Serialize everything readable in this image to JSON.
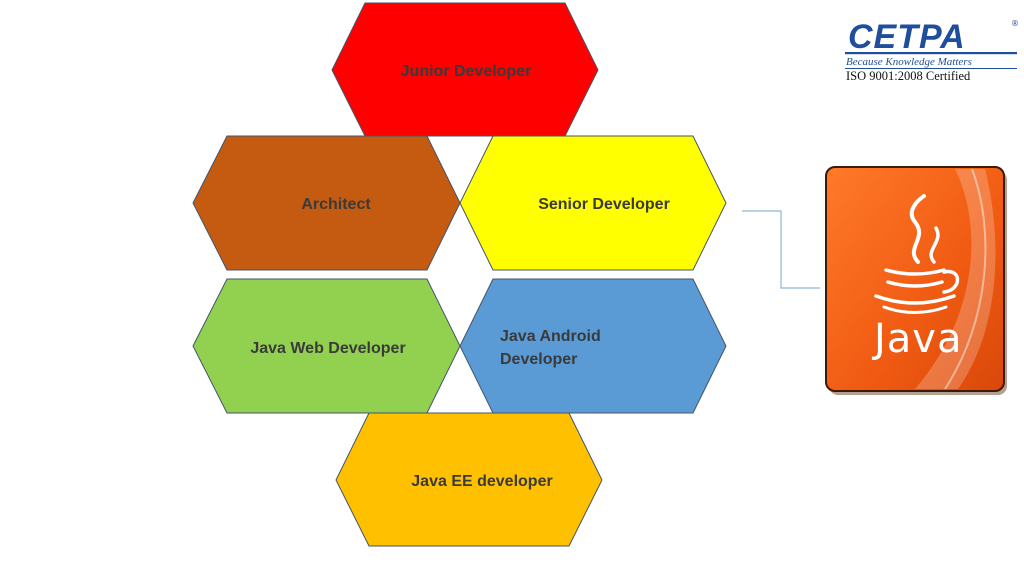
{
  "diagram": {
    "nodes": [
      {
        "id": "junior",
        "label_lines": [
          "Junior Developer"
        ],
        "color": "#ff0000",
        "text_color": "#3a1010"
      },
      {
        "id": "architect",
        "label_lines": [
          "Architect"
        ],
        "color": "#c55a11",
        "text_color": "#333333"
      },
      {
        "id": "senior",
        "label_lines": [
          "Senior Developer"
        ],
        "color": "#ffff00",
        "text_color": "#333333"
      },
      {
        "id": "web",
        "label_lines": [
          "Java Web Developer"
        ],
        "color": "#92d050",
        "text_color": "#333333"
      },
      {
        "id": "android",
        "label_lines": [
          "Java Android",
          "Developer"
        ],
        "color": "#5b9bd5",
        "text_color": "#333333"
      },
      {
        "id": "ee",
        "label_lines": [
          "Java EE developer"
        ],
        "color": "#ffc000",
        "text_color": "#333333"
      }
    ],
    "connector_color": "#8fb4dc",
    "hex_stroke": "#44546a"
  },
  "logo": {
    "brand": "CETPA",
    "registered": "®",
    "tagline": "Because Knowledge Matters",
    "certification": "ISO 9001:2008 Certified",
    "brand_color": "#1f4e9c"
  },
  "java_icon": {
    "word": "Java",
    "icon": "java-coffee-cup-icon",
    "bg_color": "#f26a1b"
  }
}
